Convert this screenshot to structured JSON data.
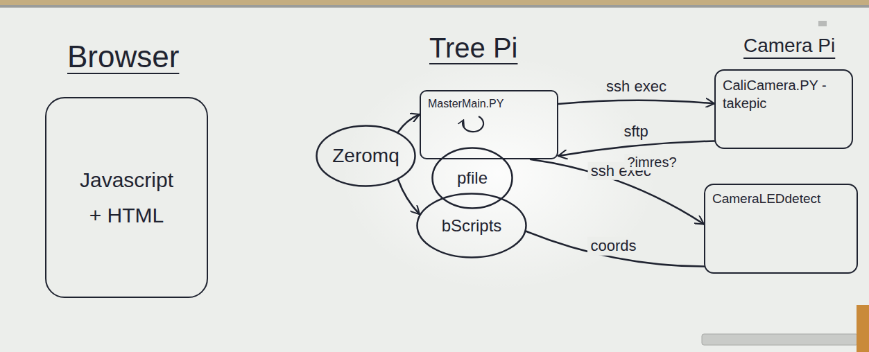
{
  "diagram": {
    "nodes": [
      {
        "text": [
          "Browser",
          "Javascript + HTML"
        ]
      },
      {
        "text": [
          "Zeromq"
        ]
      },
      {
        "text": [
          "Tree Pi",
          "MasterMain.PY"
        ]
      },
      {
        "text": [
          "pfile"
        ]
      },
      {
        "text": [
          "bScripts"
        ]
      },
      {
        "text": [
          "Camera Pi",
          "CaliCamera.PY -takepic"
        ]
      },
      {
        "text": [
          "CameraLEDdetect"
        ]
      }
    ],
    "edges": [
      {
        "from": 2,
        "to": 5,
        "arrow": "to",
        "label": "ssh exec"
      },
      {
        "from": 5,
        "to": 2,
        "arrow": "to",
        "label": "sftp"
      },
      {
        "from": 2,
        "to": 6,
        "arrow": "to",
        "label": "ssh exec"
      },
      {
        "from": 6,
        "to": 4,
        "arrow": "none",
        "label": "coords"
      },
      {
        "from": 1,
        "to": 2,
        "arrow": "to"
      },
      {
        "from": 1,
        "to": 4,
        "arrow": "to"
      }
    ],
    "labels": [
      "?imres?"
    ]
  }
}
